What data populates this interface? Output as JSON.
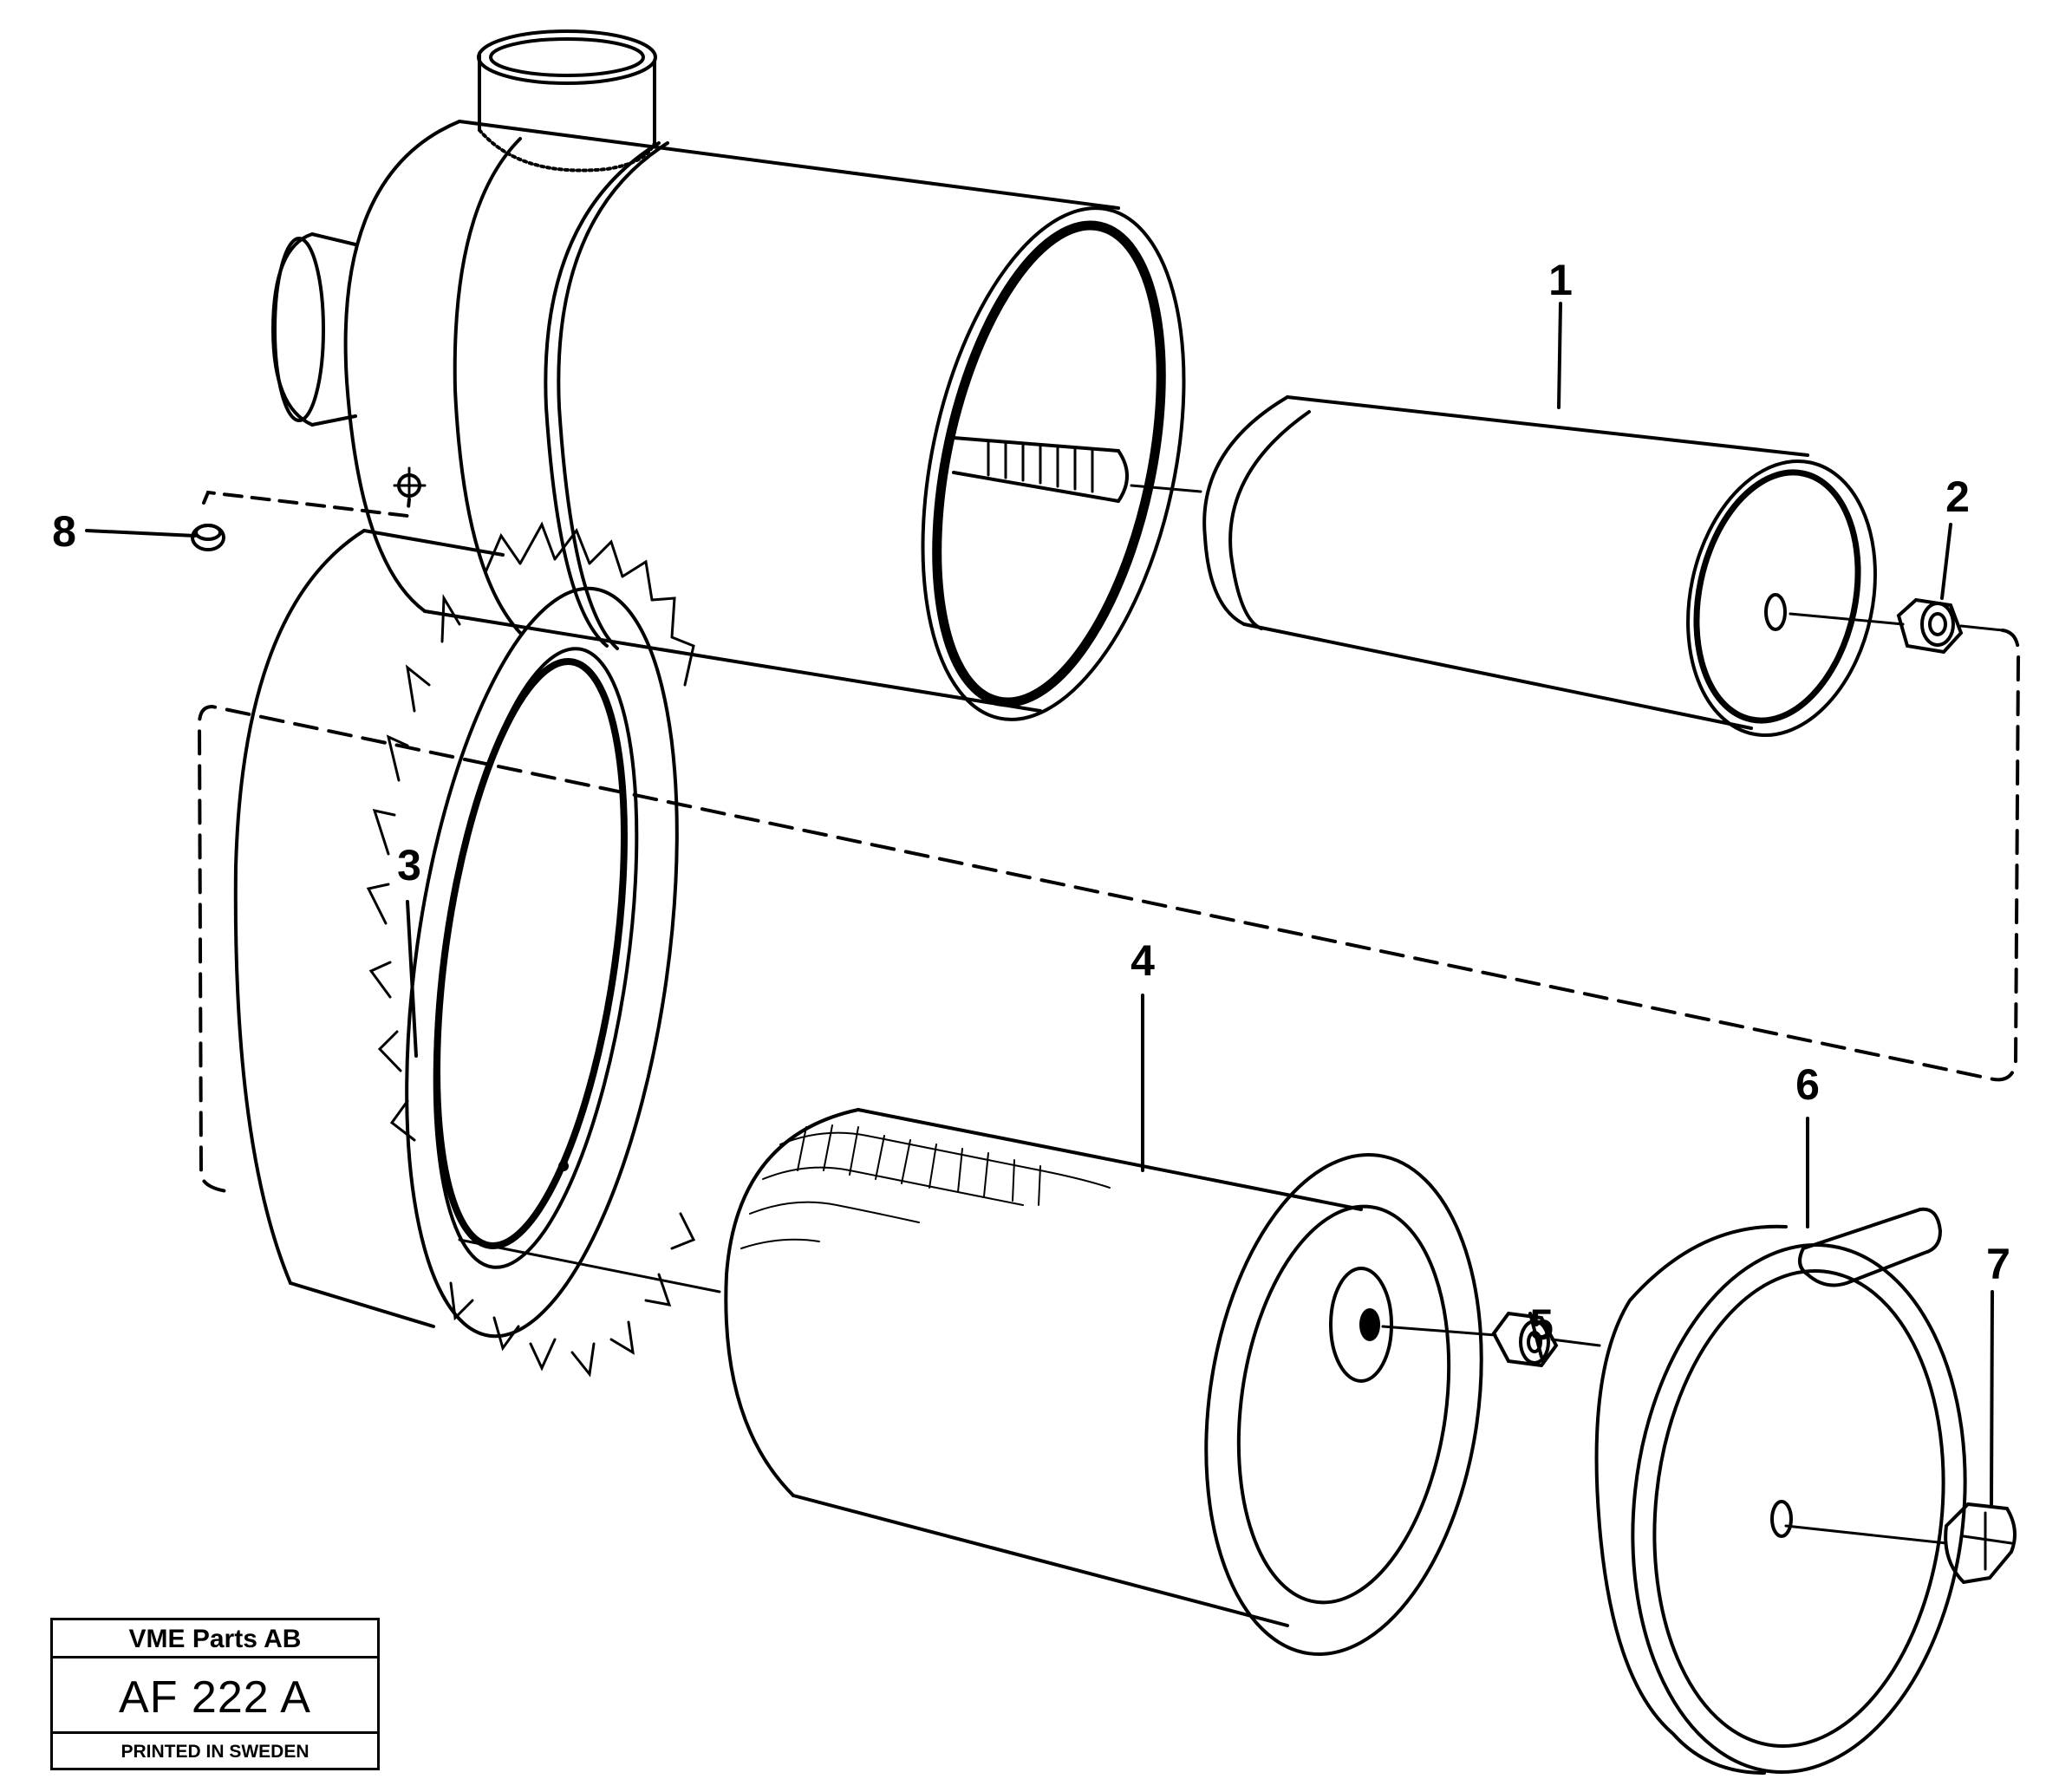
{
  "callouts": [
    {
      "id": "1",
      "label": "1"
    },
    {
      "id": "2",
      "label": "2"
    },
    {
      "id": "3",
      "label": "3"
    },
    {
      "id": "4",
      "label": "4"
    },
    {
      "id": "5",
      "label": "5"
    },
    {
      "id": "6",
      "label": "6"
    },
    {
      "id": "7",
      "label": "7"
    },
    {
      "id": "8",
      "label": "8"
    }
  ],
  "title_block": {
    "company": "VME Parts AB",
    "drawing_code": "AF 222 A",
    "printed": "PRINTED IN SWEDEN"
  },
  "colors": {
    "line": "#000000",
    "background": "#ffffff"
  }
}
